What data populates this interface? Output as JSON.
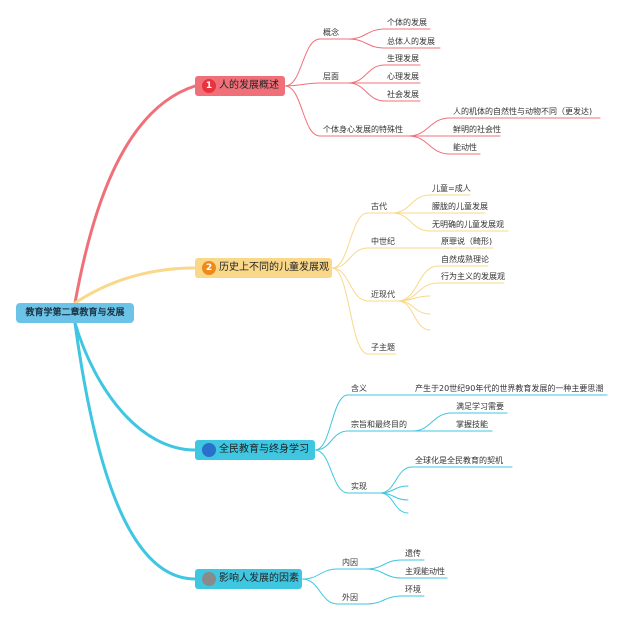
{
  "root": {
    "label": "教育学第二章教育与发展"
  },
  "branches": [
    {
      "label": "人的发展概述",
      "badge": "1",
      "color": "#f0707a",
      "badge_color": "#e8333f",
      "children": [
        {
          "label": "概念",
          "children": [
            {
              "label": "个体的发展"
            },
            {
              "label": "总体人的发展"
            }
          ]
        },
        {
          "label": "层面",
          "children": [
            {
              "label": "生理发展"
            },
            {
              "label": "心理发展"
            },
            {
              "label": "社会发展"
            }
          ]
        },
        {
          "label": "个体身心发展的特殊性",
          "children": [
            {
              "label": "人的机体的自然性与动物不同（更发达)"
            },
            {
              "label": "鲜明的社会性"
            },
            {
              "label": "能动性"
            }
          ]
        }
      ]
    },
    {
      "label": "历史上不同的儿童发展观",
      "badge": "2",
      "color": "#fad88a",
      "badge_color": "#ef8a1a",
      "children": [
        {
          "label": "古代",
          "children": [
            {
              "label": "儿童=成人"
            },
            {
              "label": "朦胧的儿童发展"
            },
            {
              "label": "无明确的儿童发展观"
            }
          ]
        },
        {
          "label": "中世纪",
          "children": [
            {
              "label": "原罪说（畸形)"
            }
          ]
        },
        {
          "label": "近现代",
          "children": [
            {
              "label": "自然成熟理论"
            },
            {
              "label": "行为主义的发展观"
            },
            {
              "label": ""
            },
            {
              "label": ""
            },
            {
              "label": ""
            }
          ]
        },
        {
          "label": "子主题",
          "children": []
        }
      ]
    },
    {
      "label": "全民教育与终身学习",
      "badge": "",
      "color": "#3fc6e0",
      "badge_color": "#2a6fc9",
      "children": [
        {
          "label": "含义",
          "children": [
            {
              "label": "产生于20世纪90年代的世界教育发展的一种主要思潮"
            }
          ]
        },
        {
          "label": "宗旨和最终目的",
          "children": [
            {
              "label": "满足学习需要"
            },
            {
              "label": "掌握技能"
            }
          ]
        },
        {
          "label": "实现",
          "children": [
            {
              "label": "全球化是全民教育的契机"
            },
            {
              "label": ""
            },
            {
              "label": ""
            },
            {
              "label": ""
            }
          ]
        }
      ]
    },
    {
      "label": "影响人发展的因素",
      "badge": "",
      "color": "#3fc6e0",
      "badge_color": "#8a8a8a",
      "children": [
        {
          "label": "内因",
          "children": [
            {
              "label": "遗传"
            },
            {
              "label": "主观能动性"
            }
          ]
        },
        {
          "label": "外因",
          "children": [
            {
              "label": "环境"
            }
          ]
        }
      ]
    }
  ]
}
